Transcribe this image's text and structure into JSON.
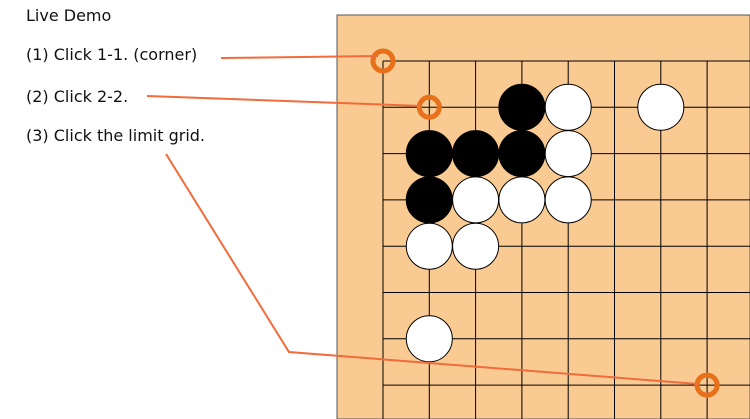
{
  "demo_title": "Live Demo",
  "steps": [
    {
      "label": "(1) Click 1-1. (corner)"
    },
    {
      "label": "(2) Click 2-2."
    },
    {
      "label": "(3) Click the limit grid."
    }
  ],
  "board": {
    "background_color": "#f9ca92",
    "line_color": "#000000",
    "visible_columns": 8,
    "visible_rows": 8,
    "stones": [
      {
        "color": "black",
        "col": 3,
        "row": 1
      },
      {
        "color": "white",
        "col": 4,
        "row": 1
      },
      {
        "color": "white",
        "col": 6,
        "row": 1
      },
      {
        "color": "black",
        "col": 1,
        "row": 2
      },
      {
        "color": "black",
        "col": 2,
        "row": 2
      },
      {
        "color": "black",
        "col": 3,
        "row": 2
      },
      {
        "color": "white",
        "col": 4,
        "row": 2
      },
      {
        "color": "black",
        "col": 1,
        "row": 3
      },
      {
        "color": "white",
        "col": 2,
        "row": 3
      },
      {
        "color": "white",
        "col": 3,
        "row": 3
      },
      {
        "color": "white",
        "col": 4,
        "row": 3
      },
      {
        "color": "white",
        "col": 1,
        "row": 4
      },
      {
        "color": "white",
        "col": 2,
        "row": 4
      },
      {
        "color": "white",
        "col": 1,
        "row": 6
      }
    ],
    "click_markers": [
      {
        "name": "corner-marker",
        "col": 0,
        "row": 0
      },
      {
        "name": "two-two-marker",
        "col": 1,
        "row": 1
      },
      {
        "name": "limit-grid-marker",
        "col": 7,
        "row": 7
      }
    ]
  },
  "accent_color": "#f26b3a",
  "marker_color": "#e8701a"
}
